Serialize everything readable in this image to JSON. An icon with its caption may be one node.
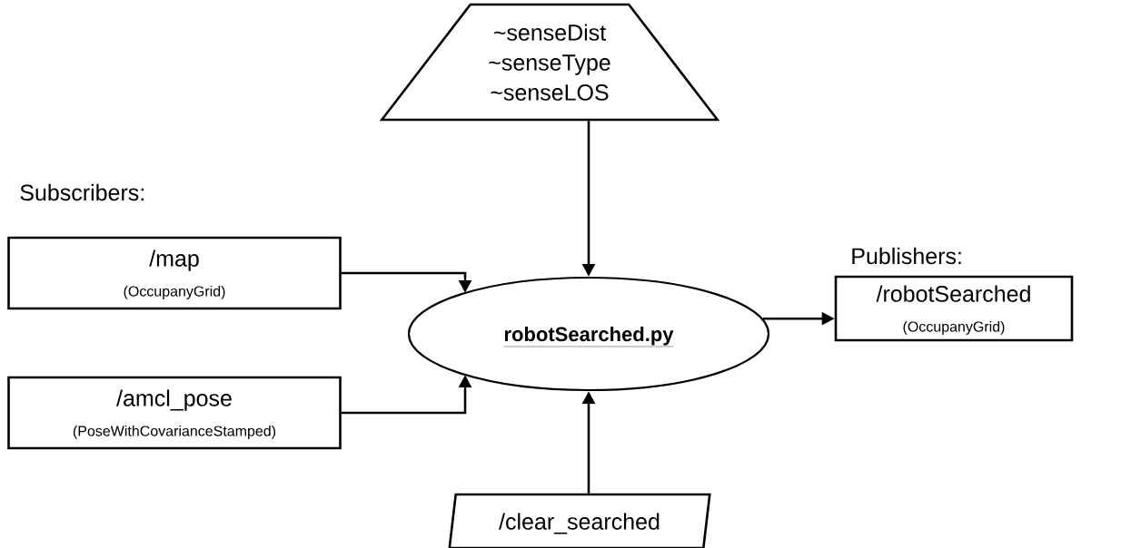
{
  "diagram": {
    "nodes": [
      {
        "text": [
          "~senseDist",
          "~senseType",
          "~senseLOS"
        ]
      },
      {
        "text": [
          "/map",
          "(OccupanyGrid)"
        ]
      },
      {
        "text": [
          "/amcl_pose",
          "(PoseWithCovarianceStamped)"
        ]
      },
      {
        "text": [
          "robotSearched.py"
        ]
      },
      {
        "text": [
          "/clear_searched"
        ]
      },
      {
        "text": [
          "/robotSearched",
          "(OccupanyGrid)"
        ]
      }
    ],
    "edges": [
      {
        "from": 0,
        "to": 3,
        "arrow": "to"
      },
      {
        "from": 1,
        "to": 3,
        "arrow": "to"
      },
      {
        "from": 2,
        "to": 3,
        "arrow": "to"
      },
      {
        "from": 4,
        "to": 3,
        "arrow": "to"
      },
      {
        "from": 3,
        "to": 5,
        "arrow": "to"
      }
    ],
    "labels": [
      "Subscribers:",
      "Publishers:"
    ]
  }
}
